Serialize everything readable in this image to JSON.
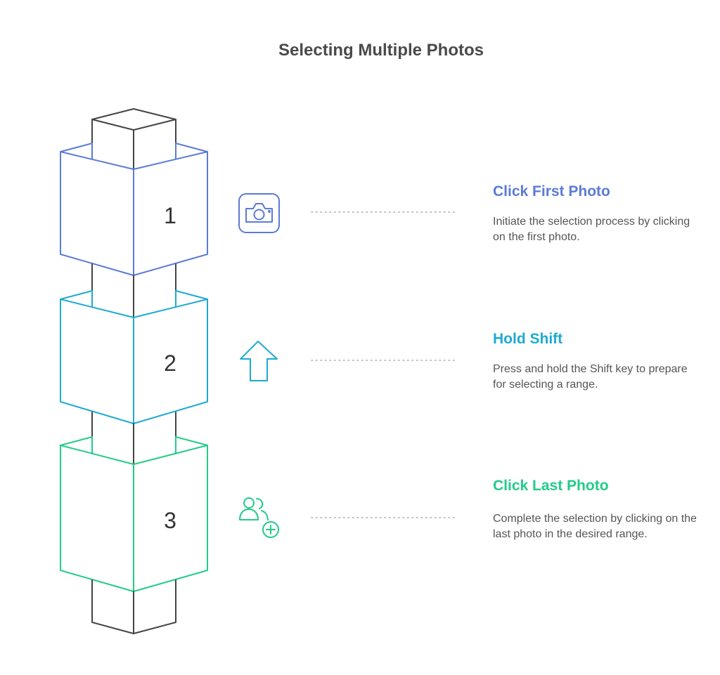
{
  "title": "Selecting Multiple Photos",
  "steps": [
    {
      "number": "1",
      "icon": "camera-icon",
      "color": "#5b7bd6",
      "title": "Click First Photo",
      "description": "Initiate the selection process by clicking on the first photo."
    },
    {
      "number": "2",
      "icon": "arrow-up-icon",
      "color": "#1eaad1",
      "title": "Hold Shift",
      "description": "Press and hold the Shift key to prepare for selecting a range."
    },
    {
      "number": "3",
      "icon": "add-users-icon",
      "color": "#22cc88",
      "title": "Click Last Photo",
      "description": "Complete the selection by clicking on the last photo in the desired range."
    }
  ],
  "colors": {
    "title": "#4a4a4a",
    "text": "#555555",
    "shaft": "#444444",
    "leader": "#aaaaaa"
  }
}
